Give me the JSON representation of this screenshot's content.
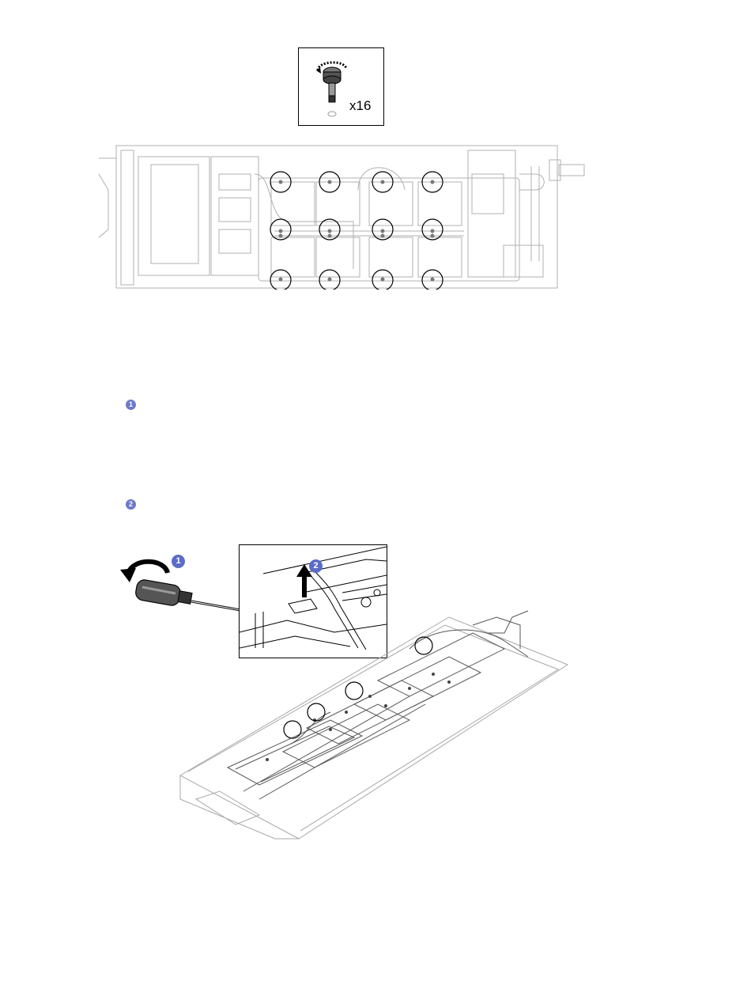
{
  "screw_callout": {
    "quantity": "x16",
    "icon": "torx-screw-icon"
  },
  "steps": [
    {
      "number": "1"
    },
    {
      "number": "2"
    }
  ],
  "illustration": {
    "step1_badge": "1",
    "step2_badge": "2",
    "tool_icon": "screwdriver-icon"
  }
}
